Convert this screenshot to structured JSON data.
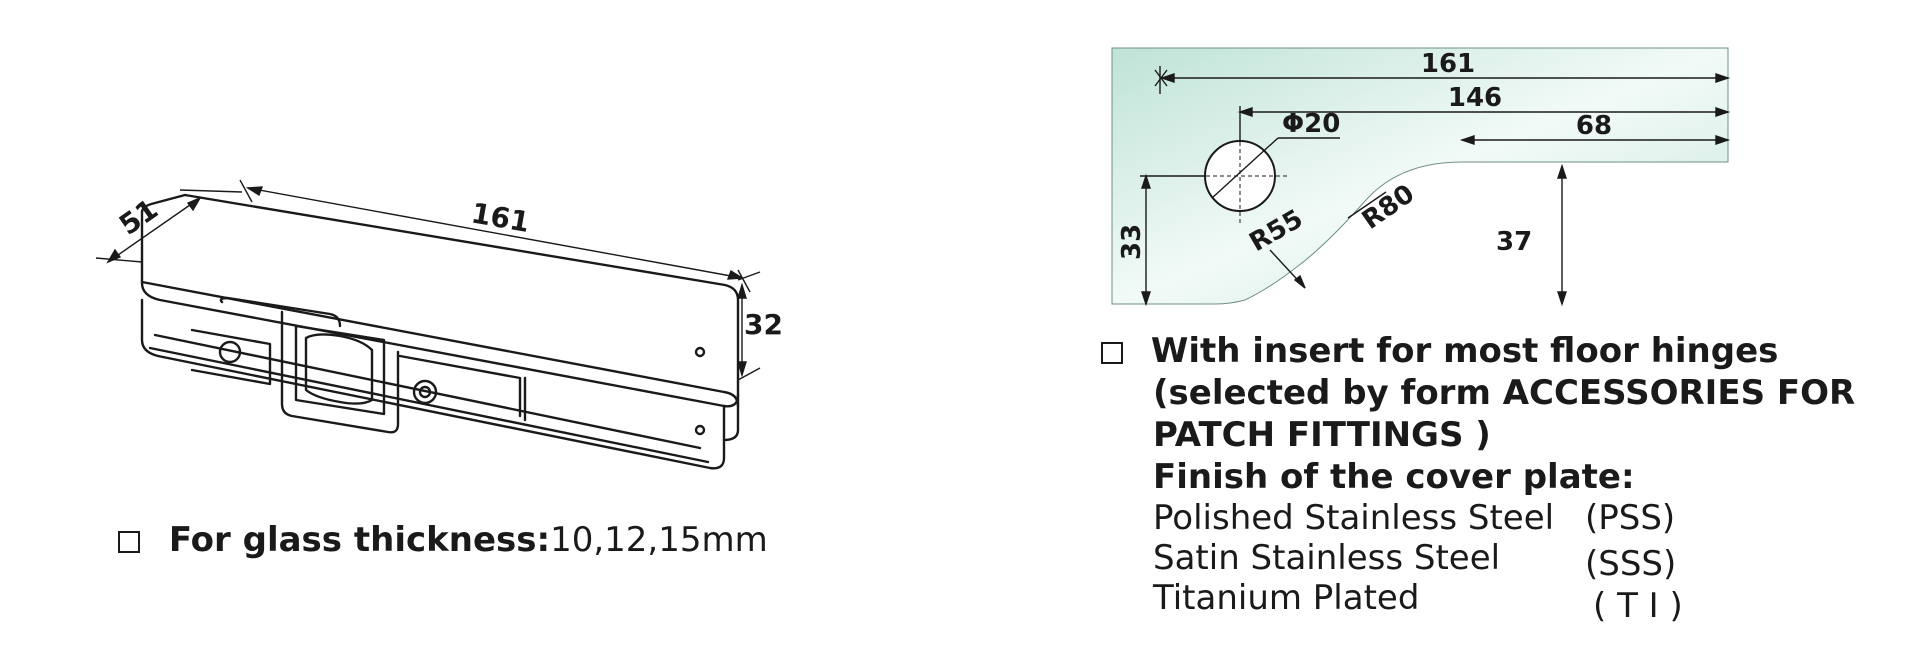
{
  "left_drawing": {
    "dims": {
      "length": "161",
      "width": "51",
      "height": "32"
    }
  },
  "glass_note": {
    "label": "For glass thickness:",
    "value": "10,12,15mm"
  },
  "right_drawing": {
    "dims": {
      "total": "161",
      "hole_to_end": "146",
      "flat_top": "68",
      "hole_dia": "Φ20",
      "radius_small": "R55",
      "radius_large": "R80",
      "left_height": "33",
      "right_height": "37"
    },
    "colors": {
      "gradient_start": "#bfe3d6",
      "gradient_mid": "#f2faf7",
      "gradient_end": "#c5e6da"
    }
  },
  "spec": {
    "line1": "With insert for most floor hinges",
    "line2": "(selected by form ACCESSORIES FOR",
    "line3": "PATCH FITTINGS )",
    "finish_title": "Finish of the cover plate:",
    "finishes": [
      {
        "name": "Polished Stainless Steel",
        "code": "(PSS)"
      },
      {
        "name": "Satin Stainless Steel",
        "code": "(SSS)"
      },
      {
        "name": "Titanium Plated",
        "code": "( T I )"
      }
    ]
  }
}
